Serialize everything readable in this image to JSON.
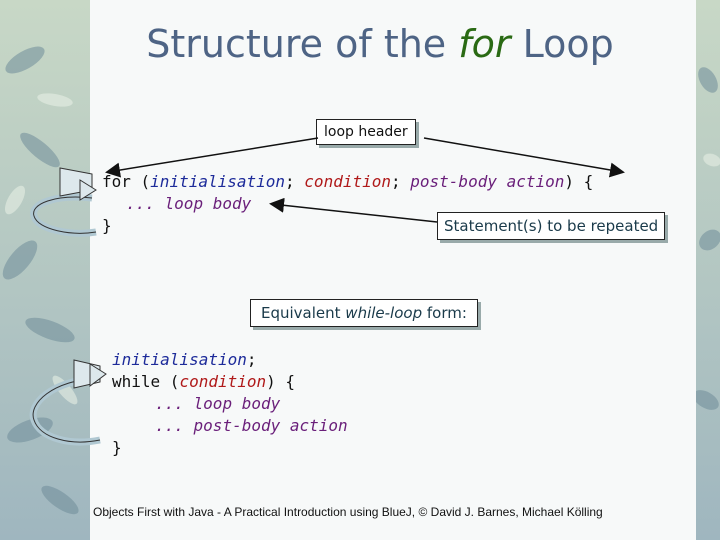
{
  "title": {
    "prefix": "Structure of the ",
    "keyword": "for",
    "suffix": " Loop"
  },
  "for_loop": {
    "line1": {
      "kw": "for",
      "open": " (",
      "init": "initialisation",
      "sep1": "; ",
      "cond": "condition",
      "sep2": "; ",
      "post": "post-body action",
      "close": ") {"
    },
    "line2": {
      "dots": "...",
      "body": " loop body"
    },
    "line3": "}"
  },
  "callouts": {
    "header": "loop header",
    "statements": "Statement(s) to be repeated",
    "while_form": {
      "prefix": "Equivalent ",
      "italic": "while-loop",
      "suffix": " form:"
    }
  },
  "while_loop": {
    "line1": {
      "init": "initialisation",
      "semi": ";"
    },
    "line2": {
      "kw": "while",
      "open": " (",
      "cond": "condition",
      "close": ") {"
    },
    "line3": {
      "dots": "...",
      "body": " loop body"
    },
    "line4": {
      "dots": "...",
      "post": " post-body action"
    },
    "line5": "}"
  },
  "footer": "Objects First with Java - A Practical Introduction using BlueJ, © David J. Barnes, Michael Kölling",
  "colors": {
    "title": "#4e6485",
    "keyword_green": "#2a6a14",
    "init_blue": "#1d2b9a",
    "condition_red": "#b01a1a",
    "body_purple": "#6a1f7a"
  }
}
